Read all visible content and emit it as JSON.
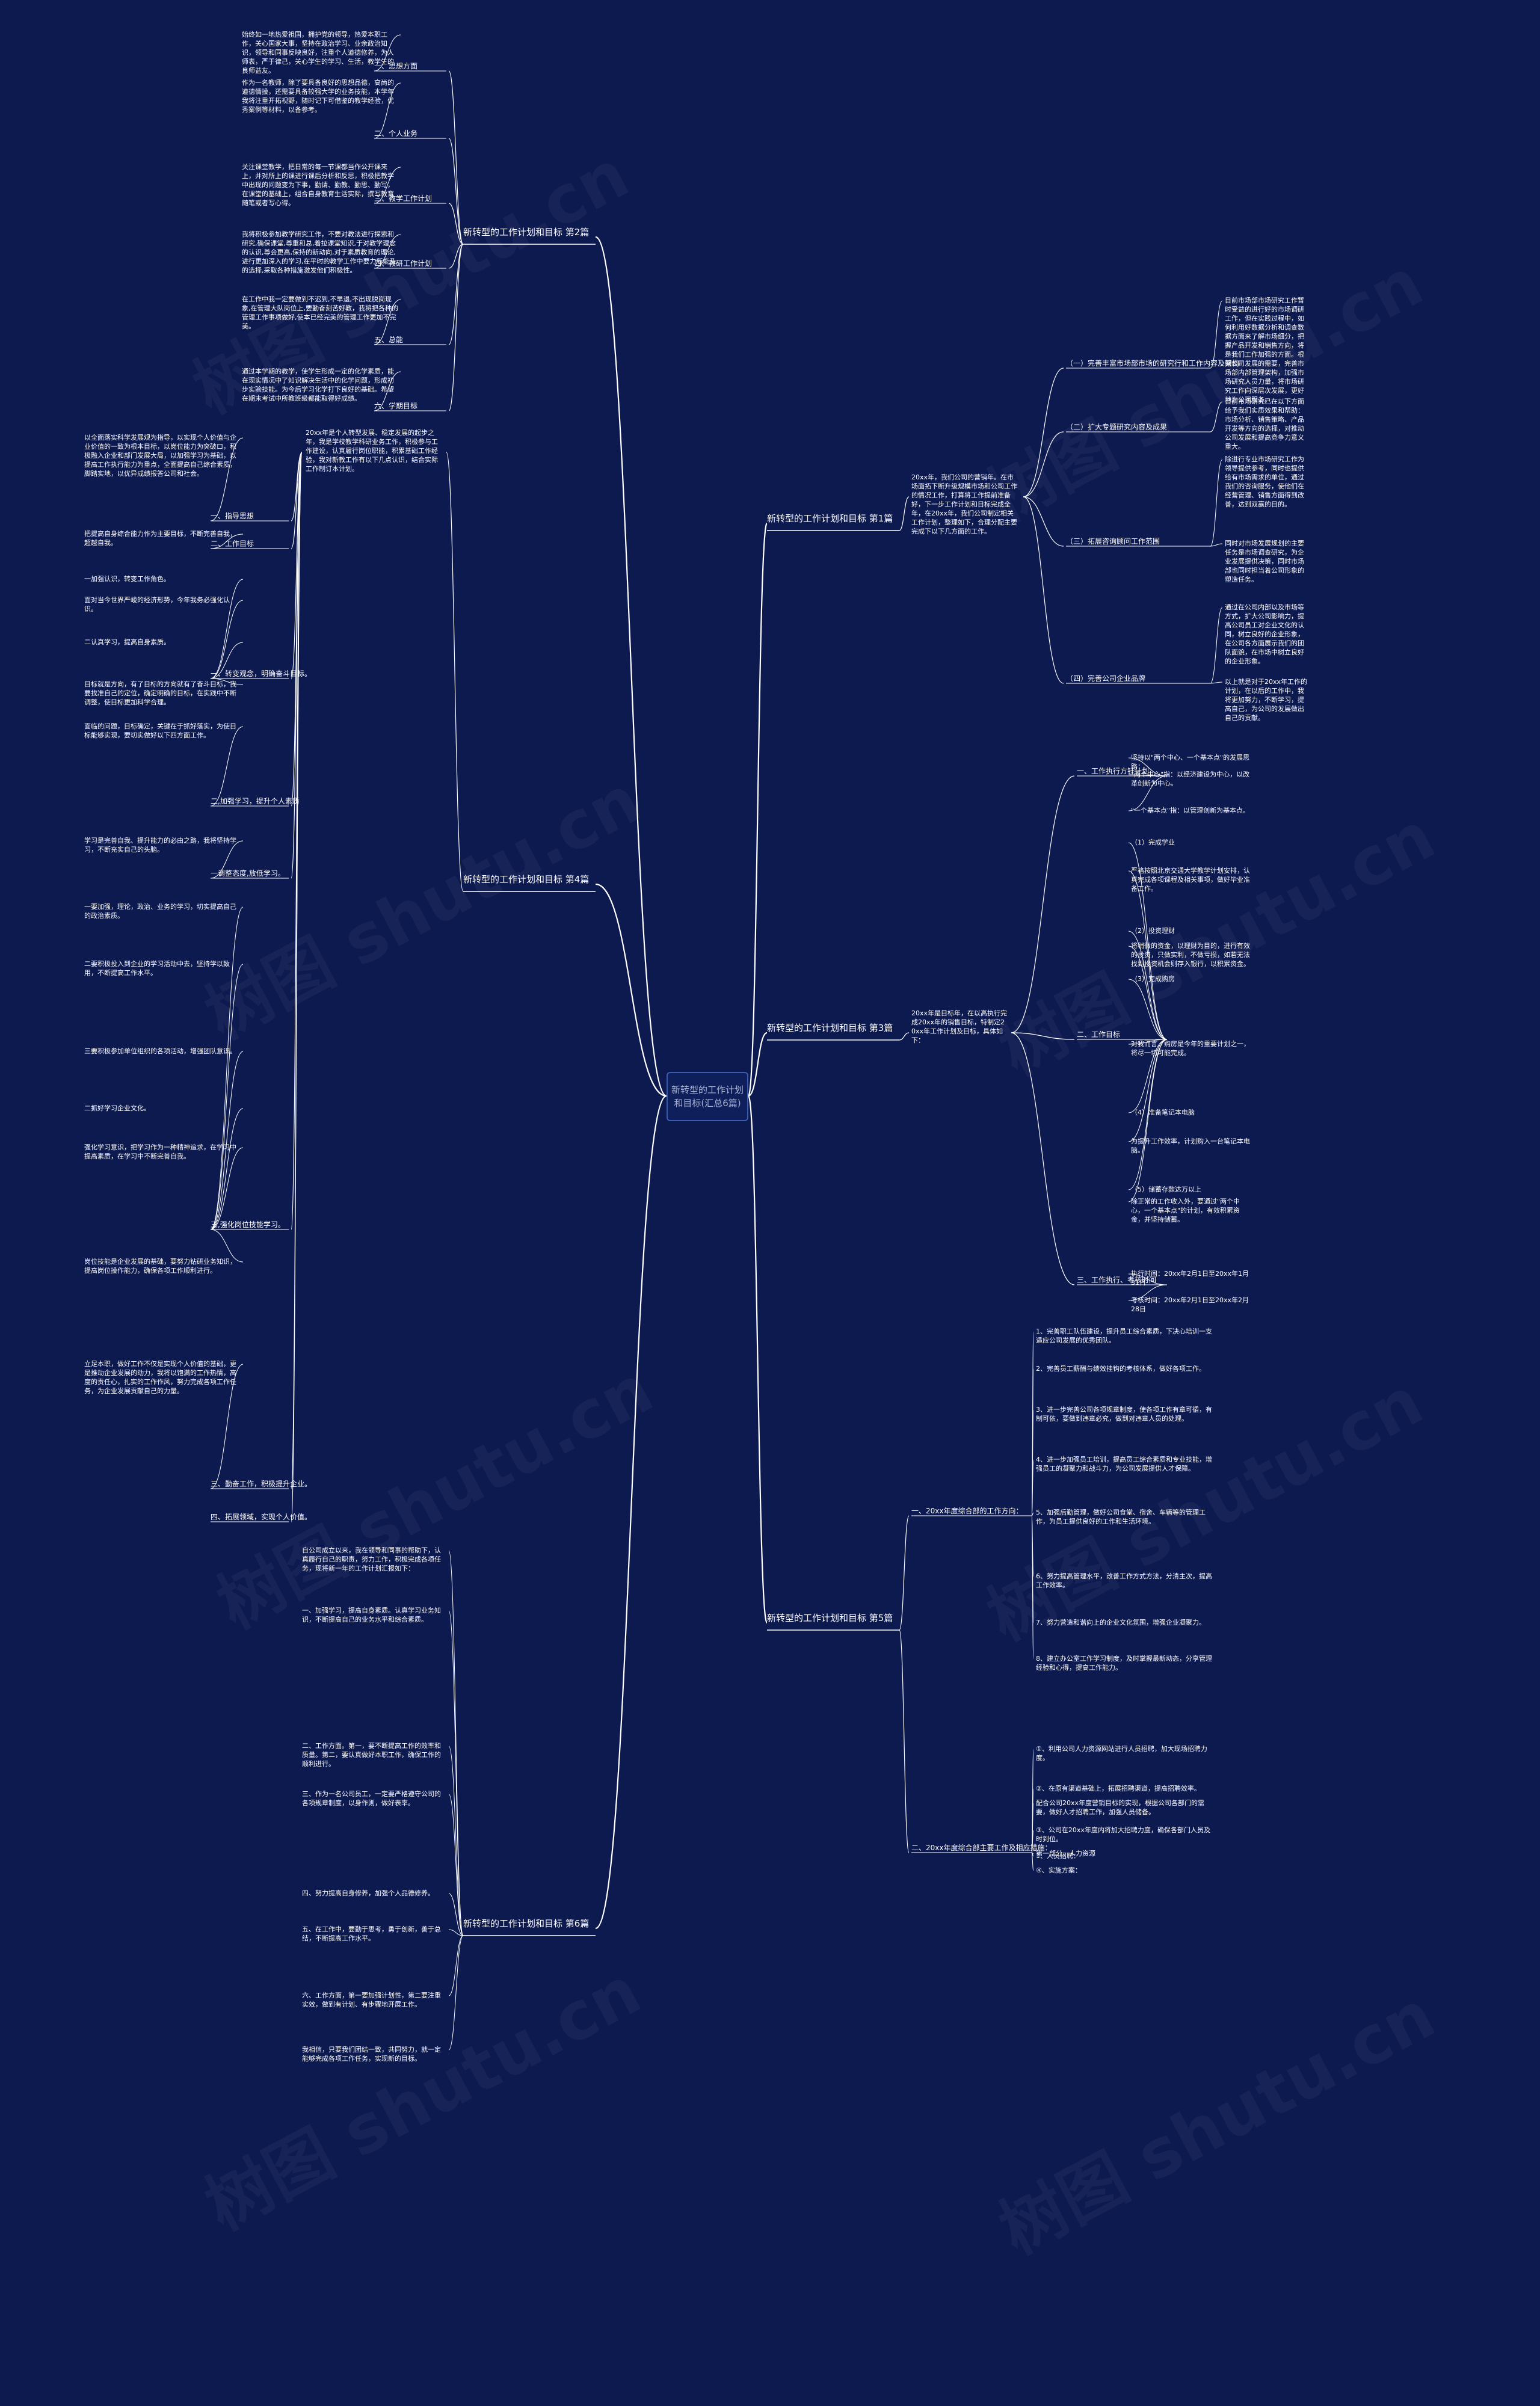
{
  "watermark": "树图 shutu.cn",
  "colors": {
    "background": "#0d1a4f",
    "line": "#ffffff",
    "root_border": "#3b5bb0",
    "root_text": "#aab4d4"
  },
  "root": {
    "label": "新转型的工作计划和目标(汇总6篇)"
  },
  "branches": [
    {
      "id": "b2",
      "label": "新转型的工作计划和目标 第2篇",
      "subs": [
        {
          "label": "一、思想方面",
          "leaves": [
            "始终如一地热爱祖国，拥护党的领导，热爱本职工作，关心国家大事，坚持在政治学习、业余政治知识，领导和同事反映良好，注重个人道德修养，为人师表，严于律己，关心学生的学习、生活，教学生的良师益友。"
          ]
        },
        {
          "label": "二、个人业务",
          "leaves": [
            "作为一名教师，除了要具备良好的思想品德，高尚的道德情操，还需要具备较强大学的业务技能，本学年我将注重开拓视野，随时记下可借鉴的教学经验，优秀案例等材料，以备参考。"
          ]
        },
        {
          "label": "三、教学工作计划",
          "leaves": [
            "关注课堂教学，把日常的每一节课都当作公开课来上，并对所上的课进行课后分析和反思，积极把教学中出现的问题变为下事，勤请、勤教、勤思、勤写，在课堂的基础上，组合自身教育生活实际，撰写教育随笔或者写心得。"
          ]
        },
        {
          "label": "四、教研工作计划",
          "leaves": [
            "我将积极参加教学研究工作，不要对教法进行探索和研究,确保课堂,尊重和总,着拉课堂知识,于对教学理念的认识,尊会更高,保持的新动向,对于素质教育的理论,进行更加深入的学习,在平时的教学工作中要力所能及的选择,采取各种措施激发他们积极性。"
          ]
        },
        {
          "label": "五、总能",
          "leaves": [
            "在工作中我一定要做到不迟到,不早退,不出现脱岗现象,在管理大队岗位上,要勤奋刻苦好教，我将把各种的管理工作事项做好,使本已经完美的管理工作更加不完美。"
          ]
        },
        {
          "label": "六、学期目标",
          "leaves": [
            "通过本学期的教学，使学生形成一定的化学素质，能在现实情况中了知识解决生活中的化学问题，形成初步实验技能。为今后学习化学打下良好的基础。希望在期末考试中所教班级都能取得好成绩。"
          ]
        }
      ]
    },
    {
      "id": "b1",
      "label": "新转型的工作计划和目标 第1篇",
      "intro": "20xx年，我们公司的营销年。在市场面拓下断升级规模市场和公司工作的情况工作，打算将工作提前准备好，下一步工作计划和目标完成全年，在20xx年，我们公司制定相关工作计划，整理如下，合理分配主要完成下以下几方面的工作。",
      "subs": [
        {
          "label": "（一）完善丰富市场部市场的研究行和工作内容及架构",
          "leaves": [
            "目前市场部市场研究工作暂时受益的进行好的市场调研工作，但在实践过程中，如何利用好数据分析和调查数据方面来了解市场细分，把握产品开发和销售方向，将是我们工作加强的方面。根据公司发展的需要，完善市场部内部管理架构，加强市场研究人员力量，将市场研究工作向深层次发展，更好地为公司服务。"
          ]
        },
        {
          "label": "（二）扩大专题研究内容及成果",
          "leaves": [
            "目前市场研究已在以下方面给予我们实质效果和帮助：市场分析、销售策略、产品开发等方向的选择，对推动公司发展和提高竞争力意义重大。"
          ]
        },
        {
          "label": "（三）拓展咨询顾问工作范围",
          "leaves": [
            "除进行专业市场研究工作为领导提供参考，同时也提供给有市场需求的单位，通过我们的咨询服务，使他们在经营管理、销售方面得到改善，达到双赢的目的。",
            "同时对市场发展规划的主要任务是市场调查研究，为企业发展提供决策，同时市场部也同时担当着公司形象的塑造任务。"
          ]
        },
        {
          "label": "（四）完善公司企业品牌",
          "leaves": [
            "通过在公司内部以及市场等方式，扩大公司影响力，提高公司员工对企业文化的认同，树立良好的企业形象，在公司各方面展示我们的团队面貌，在市场中树立良好的企业形象。",
            "以上就是对于20xx年工作的计划，在以后的工作中，我将更加努力，不断学习，提高自己，为公司的发展做出自己的贡献。"
          ]
        }
      ]
    },
    {
      "id": "b4",
      "label": "新转型的工作计划和目标 第4篇",
      "intro": "20xx年是个人转型发展、稳定发展的起步之年，我是学校教学科研业务工作，积极参与工作建设，认真履行岗位职能，积累基础工作经验，我对新教工作有以下几点认识，结合实际工作制订本计划。",
      "subs": [
        {
          "label": "一、指导思想",
          "leaves": [
            "以全面落实科学发展观为指导，以实现个人价值与企业价值的一致为根本目标，以岗位能力为突破口，积极融入企业和部门发展大局，以加强学习为基础，以提高工作执行能力为重点，全面提高自己综合素质，脚踏实地，以优异成绩报答公司和社会。"
          ]
        },
        {
          "label": "二、工作目标",
          "leaves": [
            "把提高自身综合能力作为主要目标，不断完善自我，超越自我。"
          ]
        },
        {
          "label": "一、转变观念，明确奋斗目标。",
          "leaves": [
            "一加强认识，转变工作角色。",
            "面对当今世界严峻的经济形势，今年我务必强化认识。",
            "二认真学习，提高自身素质。",
            "目标就是方向，有了目标的方向就有了奋斗目标，我要找准自己的定位，确定明确的目标，在实践中不断调整，使目标更加科学合理。"
          ]
        },
        {
          "label": "二,加强学习，提升个人素质",
          "leaves": [
            "面临的问题，目标确定，关键在于抓好落实，为使目标能够实现，要切实做好以下四方面工作。"
          ]
        },
        {
          "label": "一调整态度,放低学习。",
          "leaves": [
            "学习是完善自我、提升能力的必由之路，我将坚持学习，不断充实自己的头脑。"
          ]
        },
        {
          "label": "三,强化岗位技能学习。",
          "leaves": [
            "一要加强，理论，政治、业务的学习，切实提高自己的政治素质。",
            "二要积极投入到企业的学习活动中去，坚持学以致用，不断提高工作水平。",
            "三要积极参加单位组织的各项活动，增强团队意识。",
            "二抓好学习企业文化。",
            "强化学习意识，把学习作为一种精神追求，在学习中提高素质，在学习中不断完善自我。",
            "岗位技能是企业发展的基础，要努力钻研业务知识，提高岗位操作能力，确保各项工作顺利进行。"
          ]
        },
        {
          "label": "三、勤奋工作，积极提升企业。",
          "leaves": [
            "立足本职，做好工作不仅是实现个人价值的基础，更是推动企业发展的动力，我将以饱满的工作热情，高度的责任心，扎实的工作作风，努力完成各项工作任务，为企业发展贡献自己的力量。"
          ]
        },
        {
          "label": "四、拓展领域，实现个人价值。",
          "leaves": []
        }
      ]
    },
    {
      "id": "b3",
      "label": "新转型的工作计划和目标 第3篇",
      "intro": "20xx年是目标年，在以高执行完成20xx年的销售目标，特制定20xx年工作计划及目标，具体如下：",
      "subs": [
        {
          "label": "一、工作执行方针计划",
          "leaves": [
            "坚持以\"两个中心、一个基本点\"的发展思路：",
            "\"两个中心\"指：以经济建设为中心，以改革创新为中心。",
            "\"一个基本点\"指：以管理创新为基本点。"
          ]
        },
        {
          "label": "二、工作目标",
          "leaves": [
            "（1）完成学业",
            "严格按照北京交通大学教学计划安排，认真完成各项课程及相关事项，做好毕业准备工作。",
            "（2）投资理财",
            "将稍微的资金，以理财为目的，进行有效的投资，只做实利，不做亏损，如若无法找到投资机会则存入银行，以积累资金。",
            "（3）完成购房",
            "对我而言，购房是今年的重要计划之一，将尽一切可能完成。",
            "（4）准备笔记本电脑",
            "为提升工作效率，计划购入一台笔记本电脑。",
            "（5）储蓄存款达万以上",
            "除正常的工作收入外，要通过\"两个中心，一个基本点\"的计划，有效积累资金，并坚持储蓄。"
          ]
        },
        {
          "label": "三、工作执行、考核时间",
          "leaves": [
            "执行时间：20xx年2月1日至20xx年1月31日",
            "考核时间：20xx年2月1日至20xx年2月28日"
          ]
        }
      ]
    },
    {
      "id": "b5",
      "label": "新转型的工作计划和目标 第5篇",
      "subs": [
        {
          "label": "一、20xx年度综合部的工作方向：",
          "leaves": [
            "1、完善职工队伍建设，提升员工综合素质，下决心培训一支适应公司发展的优秀团队。",
            "2、完善员工薪酬与绩效挂钩的考核体系，做好各项工作。",
            "3、进一步完善公司各项规章制度，使各项工作有章可循，有制可依，要做到违章必究，做到对违章人员的处理。",
            "4、进一步加强员工培训，提高员工综合素质和专业技能，增强员工的凝聚力和战斗力，为公司发展提供人才保障。",
            "5、加强后勤管理，做好公司食堂、宿舍、车辆等的管理工作，为员工提供良好的工作和生活环境。",
            "6、努力提高管理水平，改善工作方式方法，分清主次，提高工作效率。",
            "7、努力营造和谐向上的企业文化氛围，增强企业凝聚力。",
            "8、建立办公室工作学习制度，及时掌握最新动态，分享管理经验和心得，提高工作能力。"
          ]
        },
        {
          "label": "二、20xx年度综合部主要工作及相应措施：",
          "leaves": [
            "第一部分，人力资源",
            "配合公司20xx年度营销目标的实现，根据公司各部门的需要，做好人才招聘工作，加强人员储备。",
            "1、人员招聘：",
            "①、利用公司人力资源网站进行人员招聘，加大现场招聘力度。",
            "②、在原有渠道基础上，拓展招聘渠道，提高招聘效率。",
            "③、公司在20xx年度内将加大招聘力度，确保各部门人员及时到位。",
            "④、实施方案："
          ]
        }
      ]
    },
    {
      "id": "b6",
      "label": "新转型的工作计划和目标 第6篇",
      "subs": [
        {
          "label": "",
          "leaves": [
            "自公司成立以来，我在领导和同事的帮助下，认真履行自己的职责，努力工作，积极完成各项任务，现将新一年的工作计划汇报如下：",
            "一、加强学习，提高自身素质。认真学习业务知识，不断提高自己的业务水平和综合素质。",
            "二、工作方面。第一，要不断提高工作的效率和质量。第二，要认真做好本职工作，确保工作的顺利进行。",
            "三、作为一名公司员工，一定要严格遵守公司的各项规章制度，以身作则，做好表率。",
            "四、努力提高自身修养，加强个人品德修养。",
            "五、在工作中，要勤于思考，勇于创新，善于总结，不断提高工作水平。",
            "六、工作方面，第一要加强计划性，第二要注重实效，做到有计划、有步骤地开展工作。",
            "我相信，只要我们团结一致，共同努力，就一定能够完成各项工作任务，实现新的目标。"
          ]
        }
      ]
    }
  ]
}
